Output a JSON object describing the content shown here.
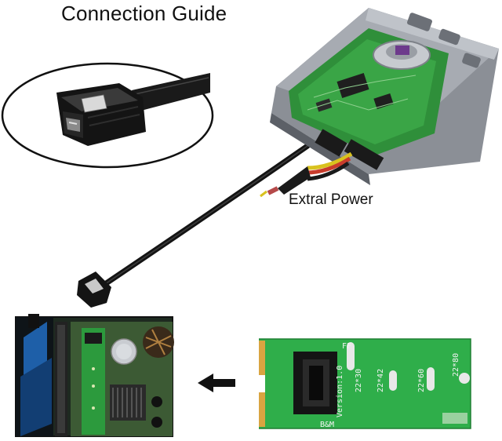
{
  "title": "Connection Guide",
  "power_label": "Extral Power",
  "board_markings": {
    "sizes": [
      "22*30",
      "22*42",
      "22*60",
      "22*80"
    ],
    "version": "Version:1.0",
    "keys": "B&M",
    "ff": "FF"
  }
}
